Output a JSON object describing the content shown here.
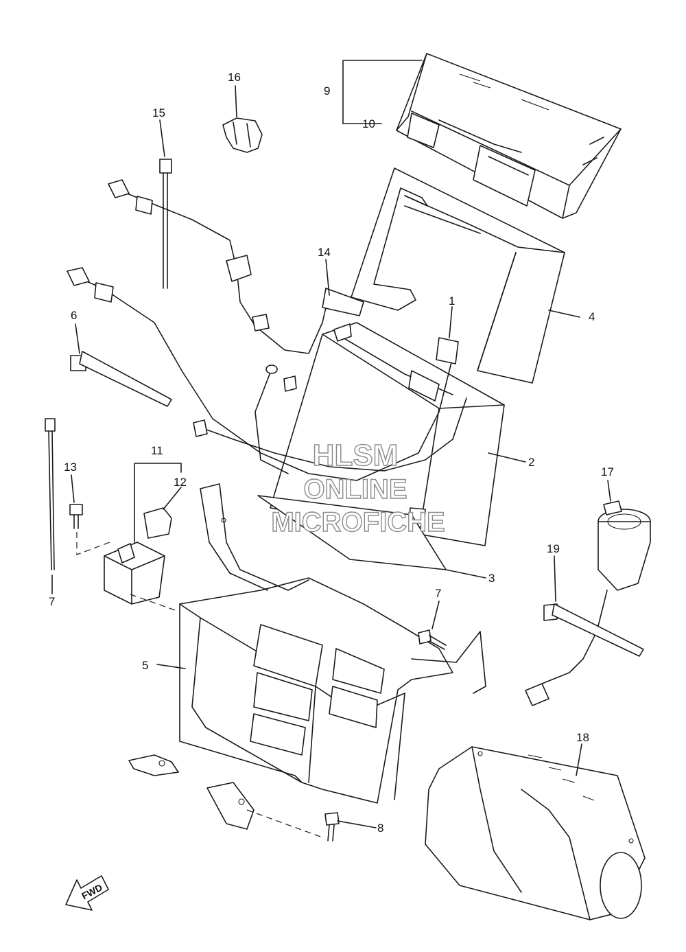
{
  "watermark": {
    "line1": "HLSM",
    "line2": "ONLINE",
    "line3": "MICROFICHE",
    "color": "#8a8a8a"
  },
  "callouts": {
    "c1": "1",
    "c2": "2",
    "c3": "3",
    "c4": "4",
    "c5": "5",
    "c6": "6",
    "c7a": "7",
    "c7b": "7",
    "c8": "8",
    "c9": "9",
    "c10": "10",
    "c11": "11",
    "c12": "12",
    "c13": "13",
    "c14": "14",
    "c15": "15",
    "c16": "16",
    "c17": "17",
    "c18": "18",
    "c19": "19"
  },
  "fwd_arrow": {
    "label": "FWD"
  }
}
